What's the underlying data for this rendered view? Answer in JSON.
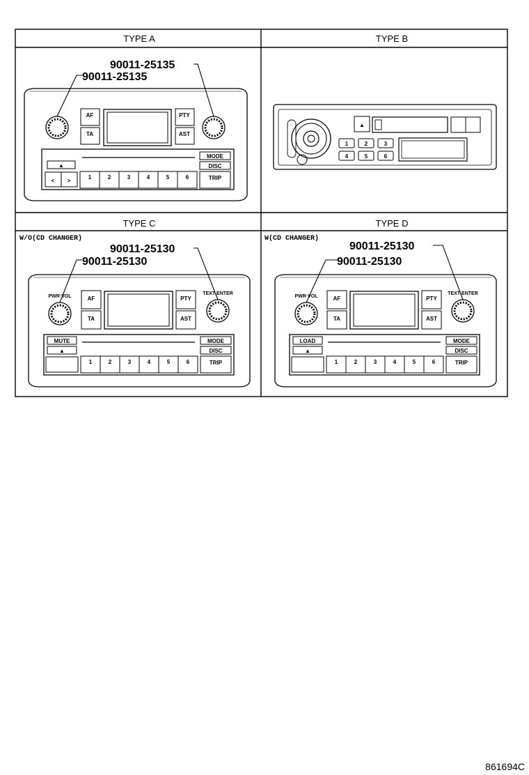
{
  "cells": [
    {
      "header": "TYPE A",
      "note": "",
      "part_outer": "90011-25135",
      "part_inner": "90011-25135"
    },
    {
      "header": "TYPE B",
      "note": ""
    },
    {
      "header": "TYPE C",
      "note": "W/O(CD CHANGER)",
      "part_outer": "90011-25130",
      "part_inner": "90011-25130"
    },
    {
      "header": "TYPE D",
      "note": "W(CD CHANGER)",
      "part_outer": "90011-25130",
      "part_inner": "90011-25130"
    }
  ],
  "radio_a": {
    "top_buttons": [
      "AF",
      "TA"
    ],
    "right_buttons": [
      "PTY",
      "AST"
    ],
    "left_button": "",
    "eject_symbol": "▲",
    "mode_buttons": [
      "MODE",
      "DISC"
    ],
    "presets": [
      "1",
      "2",
      "3",
      "4",
      "5",
      "6"
    ],
    "right_lower": "TRIP",
    "arrows": [
      "<",
      ">"
    ]
  },
  "radio_b": {
    "presets": [
      "1",
      "2",
      "3",
      "4",
      "5",
      "6"
    ],
    "eject_symbol": "▲"
  },
  "radio_c": {
    "knob_left_label": "PWR·VOL",
    "knob_right_label": "TEXT  ENTER",
    "top_buttons": [
      "AF",
      "TA"
    ],
    "right_buttons": [
      "PTY",
      "AST"
    ],
    "left_button": "MUTE",
    "eject_symbol": "▲",
    "mode_buttons": [
      "MODE",
      "DISC"
    ],
    "presets": [
      "1",
      "2",
      "3",
      "4",
      "5",
      "6"
    ],
    "right_lower": "TRIP"
  },
  "radio_d": {
    "knob_left_label": "PWR·VOL",
    "knob_right_label": "TEXT  ENTER",
    "top_buttons": [
      "AF",
      "TA"
    ],
    "right_buttons": [
      "PTY",
      "AST"
    ],
    "left_button": "LOAD",
    "eject_symbol": "▲",
    "mode_buttons": [
      "MODE",
      "DISC"
    ],
    "presets": [
      "1",
      "2",
      "3",
      "4",
      "5",
      "6"
    ],
    "right_lower": "TRIP"
  },
  "footer": "861694C"
}
